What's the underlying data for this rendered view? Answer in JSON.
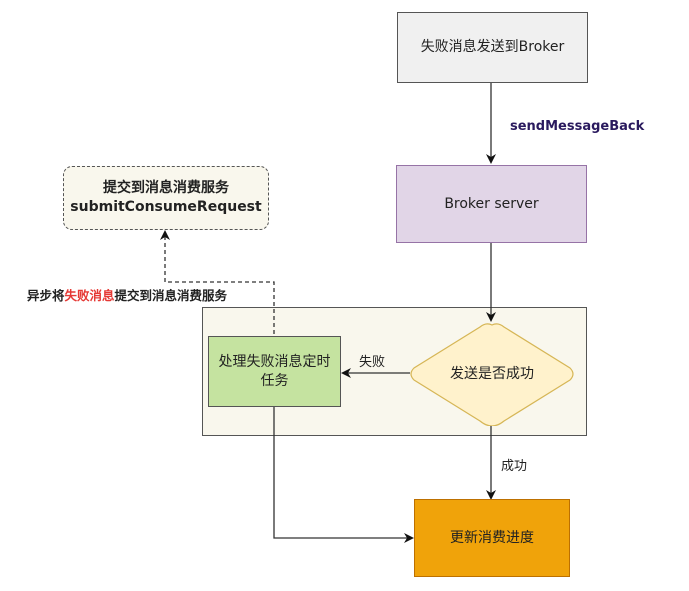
{
  "diagram": {
    "nodes": {
      "send_to_broker": "失败消息发送到Broker",
      "broker_server": "Broker server",
      "submit_service_line1": "提交到消息消费服务",
      "submit_service_line2": "submitConsumeRequest",
      "handle_failed_task": "处理失败消息定时任务",
      "send_success_decision": "发送是否成功",
      "update_progress": "更新消费进度"
    },
    "edge_labels": {
      "send_message_back": "sendMessageBack",
      "fail": "失败",
      "success": "成功",
      "async_prefix": "异步将",
      "async_highlight": "失败消息",
      "async_suffix": "提交到消息消费服务"
    },
    "colors": {
      "gray_box": "#f0f0f0",
      "purple_box": "#e1d5e7",
      "green_box": "#c5e3a0",
      "orange_box": "#f0a30a",
      "decision": "#fff2cc",
      "container": "#f9f7ed",
      "dashed_box": "#f9f7ed",
      "highlight_text": "#e53935",
      "edge_label_purple": "#2a1a5e"
    }
  }
}
